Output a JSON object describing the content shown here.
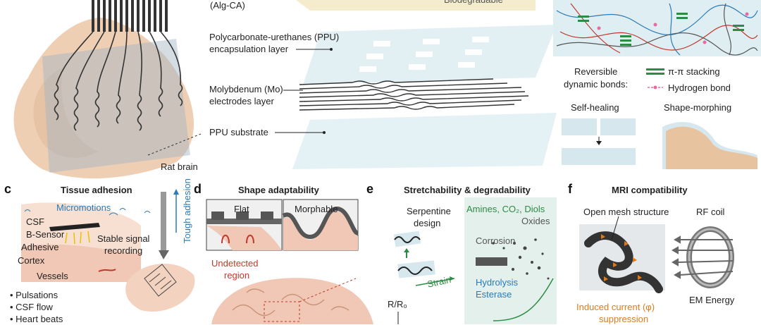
{
  "top": {
    "alg_label": "(Alg-CA)",
    "biodegradable": "Biodegradable",
    "ppu_encap_line1": "Polycarbonate-urethanes (PPU)",
    "ppu_encap_line2": "encapsulation layer",
    "mo_line1": "Molybdenum (Mo)",
    "mo_line2": "electrodes layer",
    "ppu_substrate": "PPU substrate",
    "rat_brain": "Rat brain",
    "reversible_line1": "Reversible",
    "reversible_line2": "dynamic bonds:",
    "pi_stacking": "π-π stacking",
    "hydrogen_bond": "Hydrogen bond",
    "self_healing": "Self-healing",
    "shape_morphing": "Shape-morphing"
  },
  "panel_c": {
    "letter": "c",
    "title": "Tissue adhesion",
    "micromotions": "Micromotions",
    "csf": "CSF",
    "b_sensor": "B-Sensor",
    "adhesive": "Adhesive",
    "cortex": "Cortex",
    "vessels": "Vessels",
    "stable_line1": "Stable signal",
    "stable_line2": "recording",
    "tough_adhesion": "Tough adhesion",
    "bullets": [
      "Pulsations",
      "CSF flow",
      "Heart beats"
    ]
  },
  "panel_d": {
    "letter": "d",
    "title": "Shape adaptability",
    "flat": "Flat",
    "morphable": "Morphable",
    "undetected_line1": "Undetected",
    "undetected_line2": "region"
  },
  "panel_e": {
    "letter": "e",
    "title": "Stretchability & degradability",
    "serpentine_line1": "Serpentine",
    "serpentine_line2": "design",
    "strain": "Strain",
    "products_line1": "Amines, CO₂, Diols",
    "products_line2": "Oxides",
    "corrosion": "Corrosion",
    "hydrolysis": "Hydrolysis",
    "esterase": "Esterase",
    "rr0": "R/R₀"
  },
  "panel_f": {
    "letter": "f",
    "title": "MRI compatibility",
    "open_mesh": "Open mesh structure",
    "rf_coil": "RF coil",
    "em_energy": "EM Energy",
    "induced_line1": "Induced current (φ)",
    "induced_line2": "suppression"
  },
  "colors": {
    "accent_blue": "#2a7bb6",
    "accent_green": "#2e8b45",
    "accent_orange": "#e07b1a",
    "undetected_red": "#c0392b"
  }
}
